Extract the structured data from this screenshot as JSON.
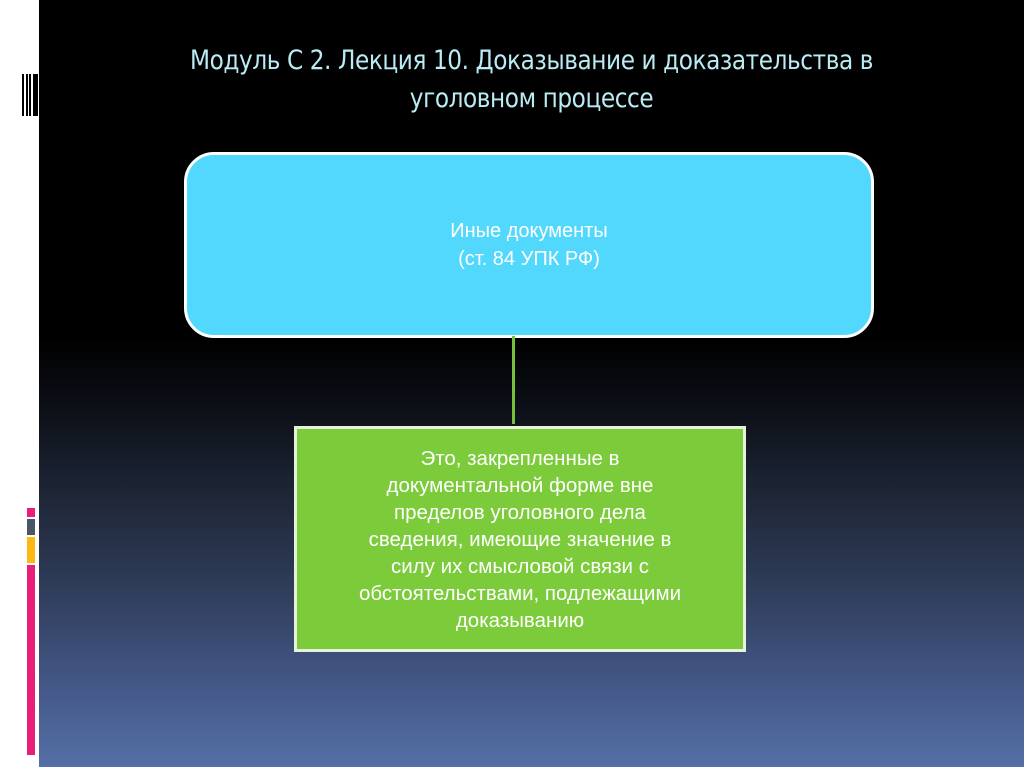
{
  "slide": {
    "title_line1": "Модуль С 2. Лекция 10. Доказывание и доказательства в",
    "title_line2": "уголовном процессе",
    "top_box": {
      "line1": "Иные документы",
      "line2": "(ст. 84 УПК РФ)"
    },
    "bottom_box": {
      "lines": [
        "Это, закрепленные в",
        "документальной форме вне",
        "пределов уголовного дела",
        "сведения, имеющие значение в",
        "силу их смысловой связи с",
        "обстоятельствами, подлежащими",
        "доказыванию"
      ]
    }
  },
  "colors": {
    "title_text": "#b9ecf4",
    "top_box_fill": "#52d8fc",
    "bottom_box_fill": "#7ccb3a",
    "connector": "#77c03a",
    "accent_pink": "#e91e7a",
    "accent_gray": "#4a5566",
    "accent_orange": "#fdb813"
  }
}
